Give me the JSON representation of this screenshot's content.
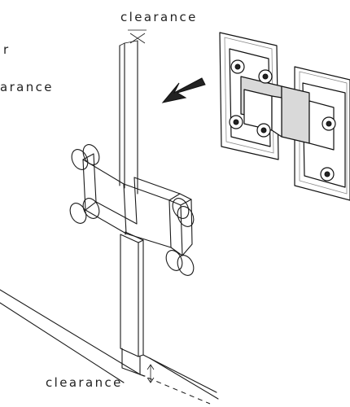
{
  "labels": {
    "clearance_top": "clearance",
    "clearance_side": "arance",
    "partial_word": "r",
    "clearance_bottom": "clearance"
  },
  "colors": {
    "line": "#1a1a1a",
    "hardware_fill": "#d9d9d9",
    "arrow": "#222222"
  },
  "icons": {
    "install_arrow": "arrow-down-left-icon",
    "clearance_marker": "double-arrow-icon"
  }
}
